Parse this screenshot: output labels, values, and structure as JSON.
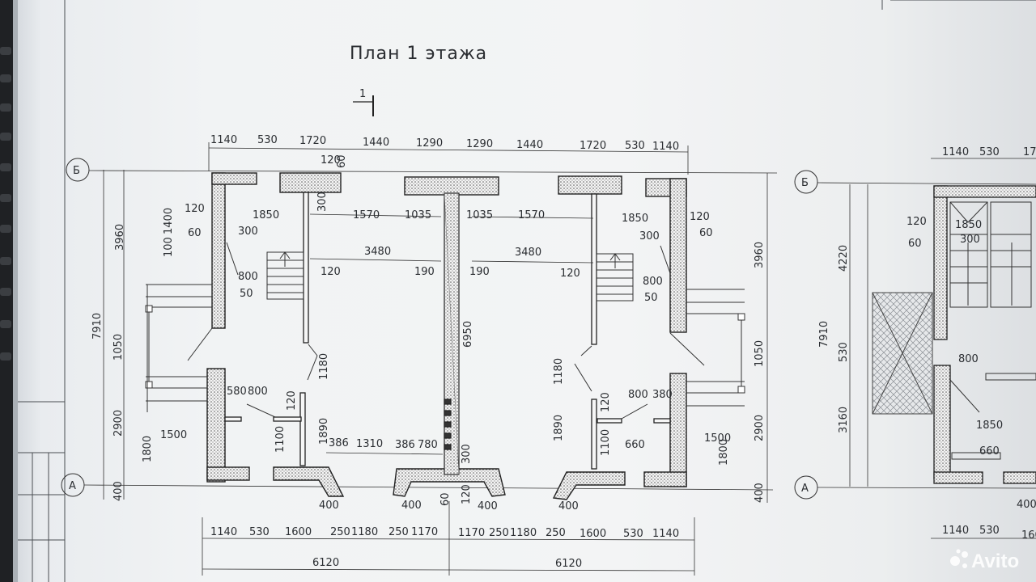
{
  "title": "План 1 этажа",
  "section_mark": "1",
  "axes": {
    "top": "Б",
    "bottom": "А"
  },
  "top_dims": [
    "1140",
    "530",
    "1720",
    "1440",
    "1290",
    "1290",
    "1440",
    "1720",
    "530",
    "1140"
  ],
  "bottom_dims_row1": [
    "1140",
    "530",
    "1600",
    "250",
    "1180",
    "250",
    "1170",
    "1170",
    "250",
    "1180",
    "250",
    "1600",
    "530",
    "1140"
  ],
  "bottom_dims_total": [
    "6120",
    "6120"
  ],
  "left_dims": [
    "3960",
    "7910",
    "1050",
    "2900",
    "400"
  ],
  "right_dims": [
    "3960",
    "1050",
    "2900",
    "400"
  ],
  "inner_left": [
    "120",
    "1400",
    "100",
    "60",
    "1850",
    "300",
    "800",
    "50",
    "580",
    "800",
    "120",
    "1100",
    "1890",
    "1180",
    "1500",
    "1800",
    "120",
    "60",
    "300",
    "1570",
    "1035",
    "3480",
    "190",
    "120",
    "386",
    "1310",
    "386",
    "780",
    "400",
    "400"
  ],
  "inner_right": [
    "1035",
    "1570",
    "1850",
    "120",
    "60",
    "300",
    "3480",
    "190",
    "120",
    "800",
    "50",
    "6950",
    "1180",
    "800",
    "380",
    "120",
    "1890",
    "1100",
    "660",
    "1500",
    "1800",
    "300",
    "60",
    "120",
    "400",
    "400"
  ],
  "side_sheet": {
    "dims": [
      "1140",
      "530",
      "17",
      "4220",
      "7910",
      "530",
      "3160",
      "1850",
      "300",
      "800",
      "1850",
      "660",
      "1140",
      "530",
      "160",
      "120",
      "60",
      "400"
    ]
  },
  "watermark": "Avito"
}
